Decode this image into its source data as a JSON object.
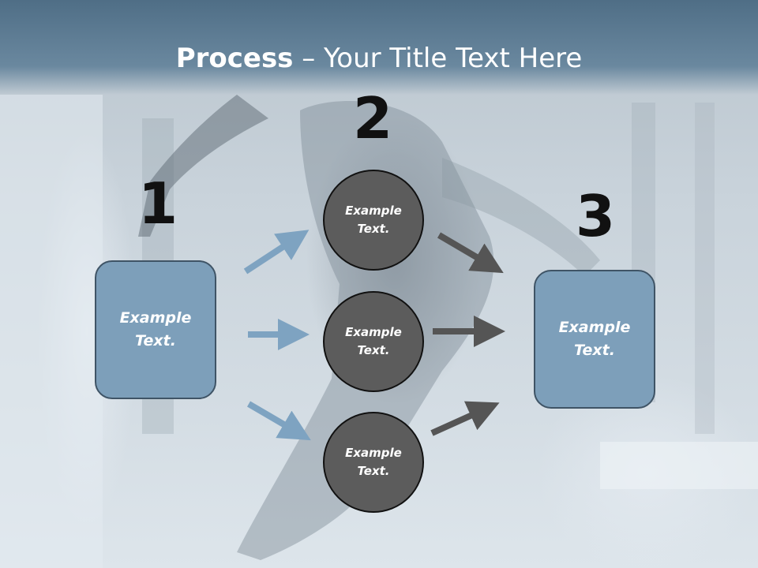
{
  "title": {
    "bold": "Process",
    "rest": " – Your Title Text Here"
  },
  "steps": {
    "one": {
      "number": "1",
      "text": "Example Text."
    },
    "two": {
      "number": "2",
      "items": [
        "Example Text.",
        "Example Text.",
        "Example Text."
      ]
    },
    "three": {
      "number": "3",
      "text": "Example Text."
    }
  },
  "colors": {
    "header": "#5f7f98",
    "box_fill": "#7d9fba",
    "circle_fill": "#5c5c5c",
    "blue_arrow": "#7ea3c1",
    "dark_arrow": "#555555"
  }
}
